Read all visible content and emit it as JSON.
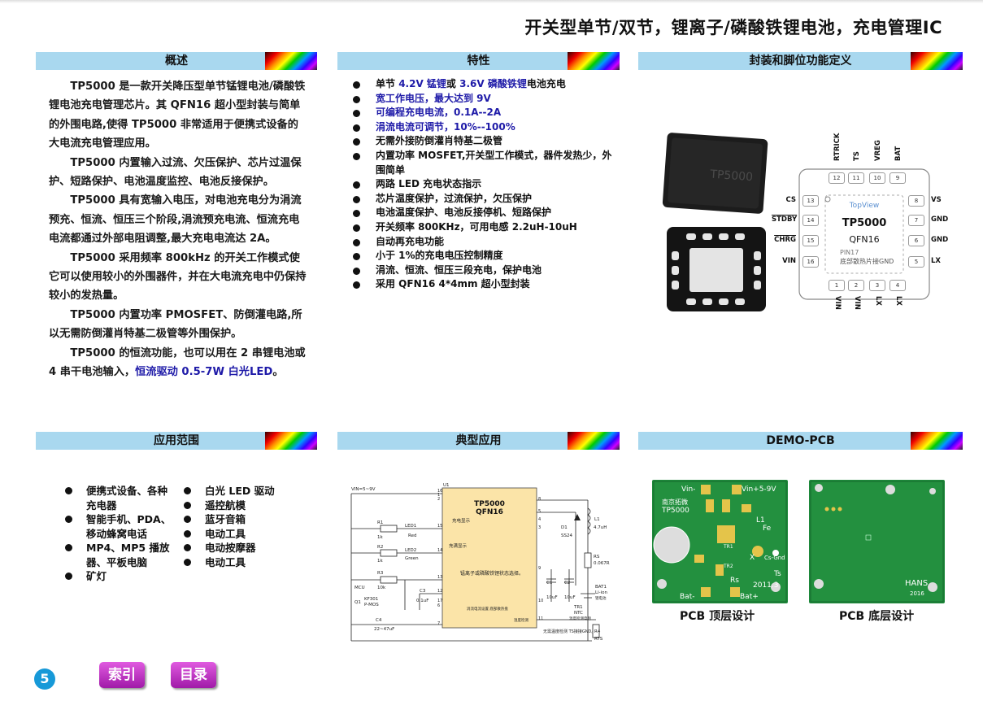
{
  "header": {
    "title": "开关型单节/双节，锂离子/磷酸铁锂电池，充电管理IC"
  },
  "sections": {
    "overview": "概述",
    "features": "特性",
    "package": "封装和脚位功能定义",
    "applications": "应用范围",
    "typical": "典型应用",
    "demo": "DEMO-PCB"
  },
  "overview": {
    "p1": "TP5000 是一款开关降压型单节锰锂电池/磷酸铁锂电池充电管理芯片。其 QFN16 超小型封装与简单的外围电路,使得 TP5000 非常适用于便携式设备的大电流充电管理应用。",
    "p2": "TP5000 内置输入过流、欠压保护、芯片过温保护、短路保护、电池温度监控、电池反接保护。",
    "p3": "TP5000 具有宽输入电压，对电池充电分为涓流预充、恒流、恒压三个阶段,涓流预充电流、恒流充电电流都通过外部电阻调整,最大充电电流达 2A。",
    "p4": "TP5000 采用频率 800kHz 的开关工作模式使它可以使用较小的外围器件，并在大电流充电中仍保持较小的发热量。",
    "p5": "TP5000 内置功率 PMOSFET、防倒灌电路,所以无需防倒灌肖特基二极管等外围保护。",
    "p6a": "TP5000 的恒流功能，也可以用在 2 串锂电池或 4 串干电池输入，",
    "p6b": "恒流驱动 0.5-7W 白光LED",
    "p6c": "。"
  },
  "features": {
    "f1a": "单节 ",
    "f1b": "4.2V 锰锂",
    "f1c": "或 ",
    "f1d": "3.6V 磷酸铁锂",
    "f1e": "电池充电",
    "f2": "宽工作电压，最大达到 9V",
    "f3": "可编程充电电流，0.1A--2A",
    "f4": "涓流电流可调节，10%--100%",
    "f5": "无需外接防倒灌肖特基二极管",
    "f6": "内置功率 MOSFET,开关型工作模式，器件发热少，外围简单",
    "f7": "两路 LED 充电状态指示",
    "f8": "芯片温度保护，过流保护，欠压保护",
    "f9": "电池温度保护、电池反接停机、短路保护",
    "f10": "开关频率 800KHz，可用电感 2.2uH-10uH",
    "f11": "自动再充电功能",
    "f12": "小于 1%的充电电压控制精度",
    "f13": "涓流、恒流、恒压三段充电，保护电池",
    "f14": "采用 QFN16 4*4mm 超小型封装"
  },
  "chip": {
    "marking": "TP5000",
    "view": "TopView",
    "name": "TP5000",
    "pkg": "QFN16",
    "pin17": "PIN17",
    "pin17_note": "底部散热片接GND",
    "top_pins": [
      "RTRICK",
      "TS",
      "VREG",
      "BAT"
    ],
    "top_nums": [
      "12",
      "11",
      "10",
      "9"
    ],
    "left_pins": [
      "CS",
      "STDBY",
      "CHRG",
      "VIN"
    ],
    "left_nums": [
      "13",
      "14",
      "15",
      "16"
    ],
    "right_pins": [
      "VS",
      "GND",
      "GND",
      "LX"
    ],
    "right_nums": [
      "8",
      "7",
      "6",
      "5"
    ],
    "bottom_pins": [
      "VIN",
      "VIN",
      "LX",
      "LX"
    ],
    "bottom_nums": [
      "1",
      "2",
      "3",
      "4"
    ]
  },
  "applications": {
    "col1": [
      "便携式设备、各种充电器",
      "智能手机、PDA、移动蜂窝电话",
      "MP4、MP5 播放器、平板电脑",
      "矿灯"
    ],
    "col2": [
      "白光 LED 驱动",
      "遥控航模",
      "蓝牙音箱",
      "电动工具",
      "电动按摩器",
      "电动工具"
    ]
  },
  "schematic": {
    "vin": "VIN=5~9V",
    "u1": "U1",
    "ic1": "TP5000",
    "ic2": "QFN16",
    "chrg_lbl": "充电显示",
    "full_lbl": "充满显示",
    "note": "锰离子或磷酸铁锂状态选择。",
    "trickle": "涓流电流设置 底部散热盘",
    "temp": "温度检测",
    "r1": "R1",
    "r1v": "1k",
    "led1": "LED1",
    "led1c": "Red",
    "r2": "R2",
    "r2v": "1k",
    "led2": "LED2",
    "led2c": "Green",
    "r3": "R3",
    "r3v": "10k",
    "mcu": "MCU",
    "q1a": "KF301",
    "q1b": "Q1",
    "q1c": "P-MOS",
    "c3": "C3",
    "c3v": "0.1uF",
    "c4": "C4",
    "c4v": "22~47uF",
    "d1": "D1",
    "d1v": "SS24",
    "l1": "L1",
    "l1v": "4.7uH",
    "rs": "RS",
    "rsv": "0.067R",
    "c1": "C1",
    "c1v": "10uF",
    "c2": "C2",
    "c2v": "10uF",
    "bat": "BAT1",
    "batv": "Li-ion",
    "batv2": "锂电池",
    "tr": "TR1",
    "trv": "NTC",
    "trv2": "温度检测电阻",
    "nodet": "无需温度检测 TS接接GND。",
    "r4": "R4",
    "r4v": "RTS",
    "pins_l": [
      "16",
      "1",
      "2",
      "15",
      "14",
      "13",
      "12",
      "17",
      "6",
      "7"
    ],
    "pins_r": [
      "8",
      "5",
      "4",
      "3",
      "9",
      "10",
      "11"
    ]
  },
  "pcb_top": {
    "vin_minus": "Vin-",
    "vin_plus": "Vin+5-9V",
    "brand": "南京拓微",
    "model": "TP5000",
    "l1": "L1",
    "fe": "Fe",
    "cs": "Cs-Gnd",
    "ts": "Ts",
    "tr1": "TR1",
    "tr2": "TR2",
    "rs": "Rs",
    "x": "X",
    "date": "2011.3",
    "bat_minus": "Bat-",
    "bat_plus": "Bat+"
  },
  "pcb_bottom": {
    "hans": "HANS",
    "year": "2016"
  },
  "captions": {
    "top": "PCB  顶层设计",
    "bottom": "PCB  底层设计"
  },
  "footer": {
    "page": "5",
    "index": "索引",
    "toc": "目录"
  }
}
